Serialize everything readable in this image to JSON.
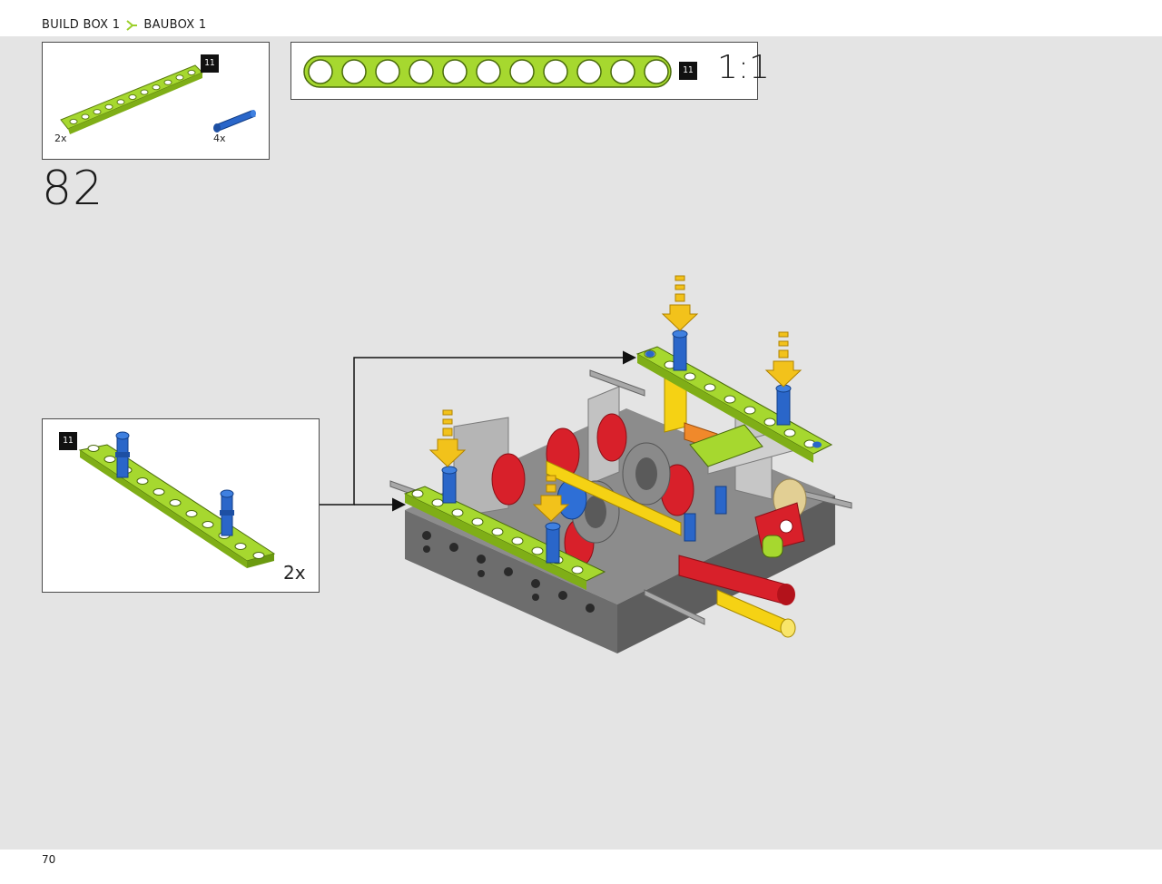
{
  "header": {
    "crumb_primary": "BUILD BOX 1",
    "crumb_secondary": "BAUBOX 1"
  },
  "parts_list": {
    "items": [
      {
        "part": "beam-11",
        "badge": "11",
        "qty": "2x",
        "color": "#9ccf2a"
      },
      {
        "part": "blue-pin",
        "qty": "4x",
        "color": "#2a6fd1"
      }
    ]
  },
  "scale_guide": {
    "badge": "11",
    "ratio": "1:1",
    "holes": 11
  },
  "step": {
    "number": "82"
  },
  "callout": {
    "badge": "11",
    "qty": "2x"
  },
  "footer": {
    "page_number": "70"
  },
  "colors": {
    "lime": "#a6d82f",
    "lime_dark": "#7fae17",
    "blue_pin": "#2a66c9",
    "arrow_yellow": "#f2c21b",
    "page_bg": "#e4e4e4"
  }
}
